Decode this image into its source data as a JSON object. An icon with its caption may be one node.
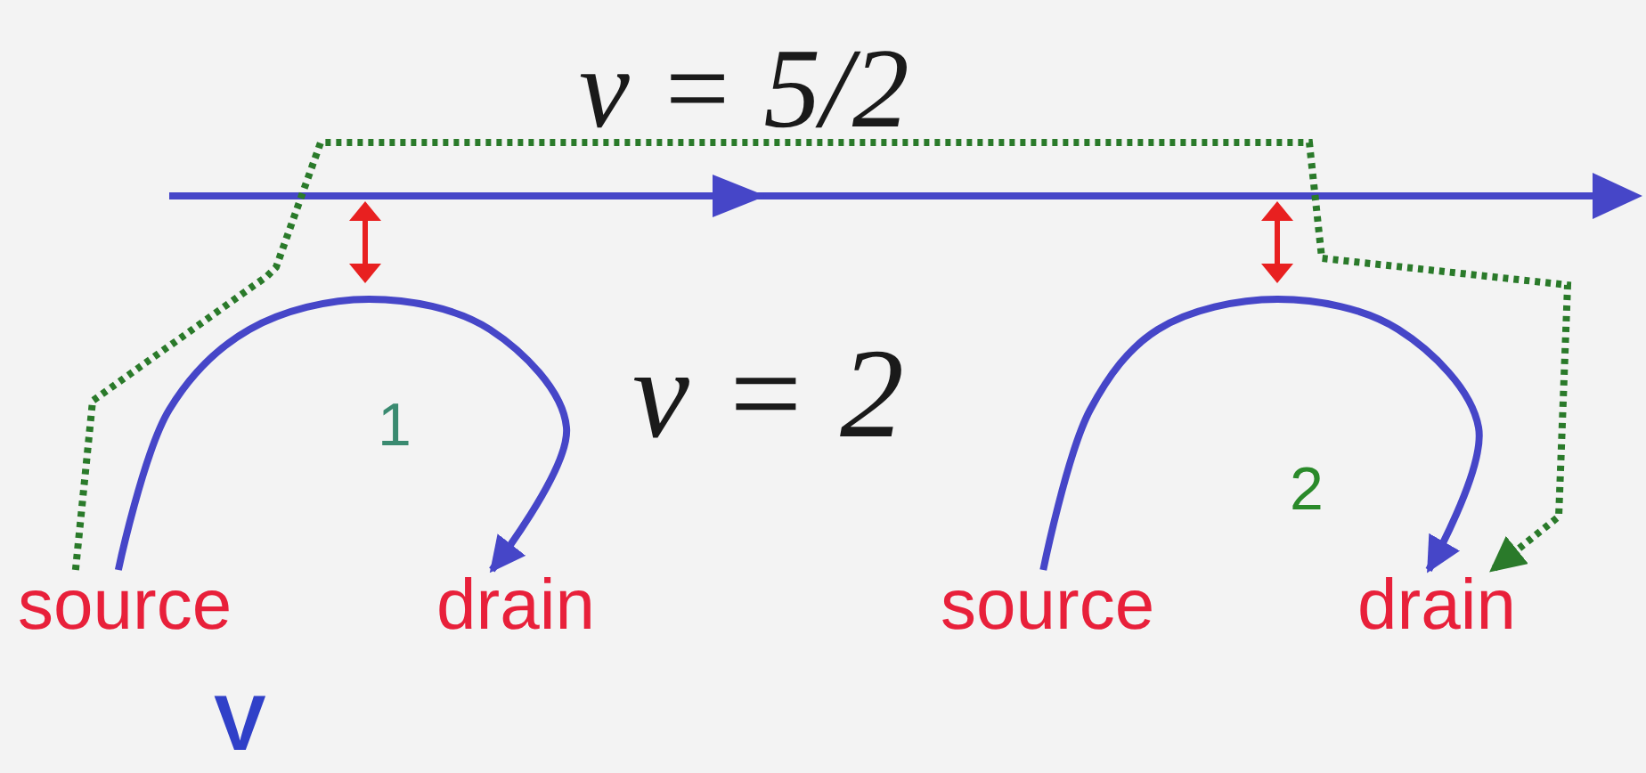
{
  "diagram": {
    "nodes": [
      {
        "text": [
          "source"
        ]
      },
      {
        "text": [
          "drain"
        ]
      },
      {
        "text": [
          "source"
        ]
      },
      {
        "text": [
          "drain"
        ]
      }
    ],
    "edges": [
      {
        "from": 0,
        "to": 1,
        "arrow": "to"
      },
      {
        "from": 2,
        "to": 3,
        "arrow": "to"
      },
      {
        "from": 0,
        "to": 3,
        "arrow": "to",
        "style": "dashed",
        "color": "#2a7a2a"
      }
    ],
    "labels": [
      "ν = 5/2",
      "ν = 2",
      "1",
      "2",
      "V"
    ]
  }
}
